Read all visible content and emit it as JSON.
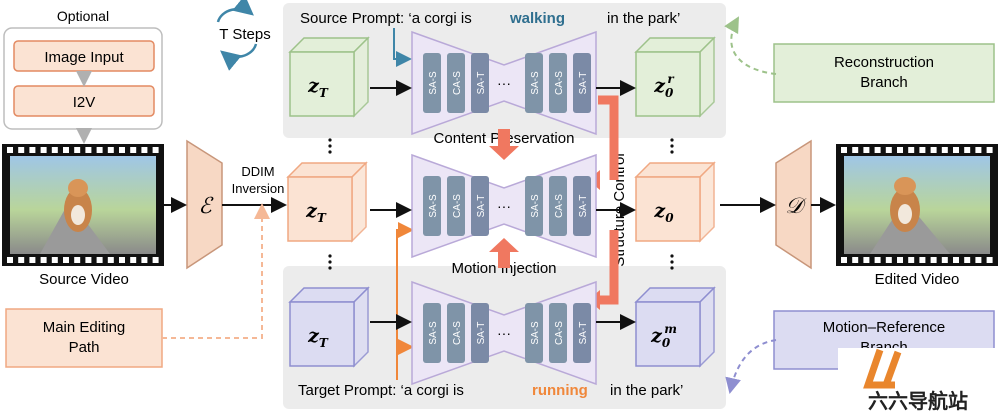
{
  "optional": {
    "title": "Optional",
    "image_input": "Image Input",
    "i2v": "I2V"
  },
  "source_video_label": "Source Video",
  "edited_video_label": "Edited Video",
  "encoder_symbol": "ℰ",
  "decoder_symbol": "𝒟",
  "ddim_inversion": [
    "DDIM",
    "Inversion"
  ],
  "t_steps": "T Steps",
  "source_prompt": {
    "prefix": "Source Prompt: ‘a corgi is",
    "verb": "walking",
    "suffix": "in the park’",
    "verb_color": "#2f6f8f"
  },
  "target_prompt": {
    "prefix": "Target Prompt: ‘a corgi is",
    "verb": "running",
    "suffix": "in the park’",
    "verb_color": "#f0873a"
  },
  "content_preservation": "Content Preservation",
  "motion_injection": "Motion Injection",
  "structure_control": "Structure Control",
  "reconstruction_branch": [
    "Reconstruction",
    "Branch"
  ],
  "main_editing_path": [
    "Main Editing",
    "Path"
  ],
  "motion_reference": [
    "Motion–Reference",
    "Branch"
  ],
  "unet_blocks": [
    "SA-S",
    "CA-S",
    "SA-T"
  ],
  "ellipsis": "···",
  "latents": {
    "z_t": "z",
    "z_t_sub": "T",
    "z0": "z",
    "z0_sub": "0",
    "z0r_sup": "r",
    "z0m_sup": "m"
  },
  "watermark": "六六导航站",
  "colors": {
    "green_fill": "#e3efd9",
    "green_stroke": "#9dc28a",
    "orange_fill": "#fbe3d3",
    "orange_stroke": "#f0a882",
    "blue_fill": "#dcdcf2",
    "blue_stroke": "#8e8ed0",
    "gray_panel": "#ececec",
    "unet_fill": "#ece6f6",
    "block_fill": "#7f94a8",
    "block_fill_dark": "#7b8aa6",
    "red_arrow": "#f07860",
    "orange_line": "#f0873a",
    "teal_line": "#3f86a8"
  }
}
